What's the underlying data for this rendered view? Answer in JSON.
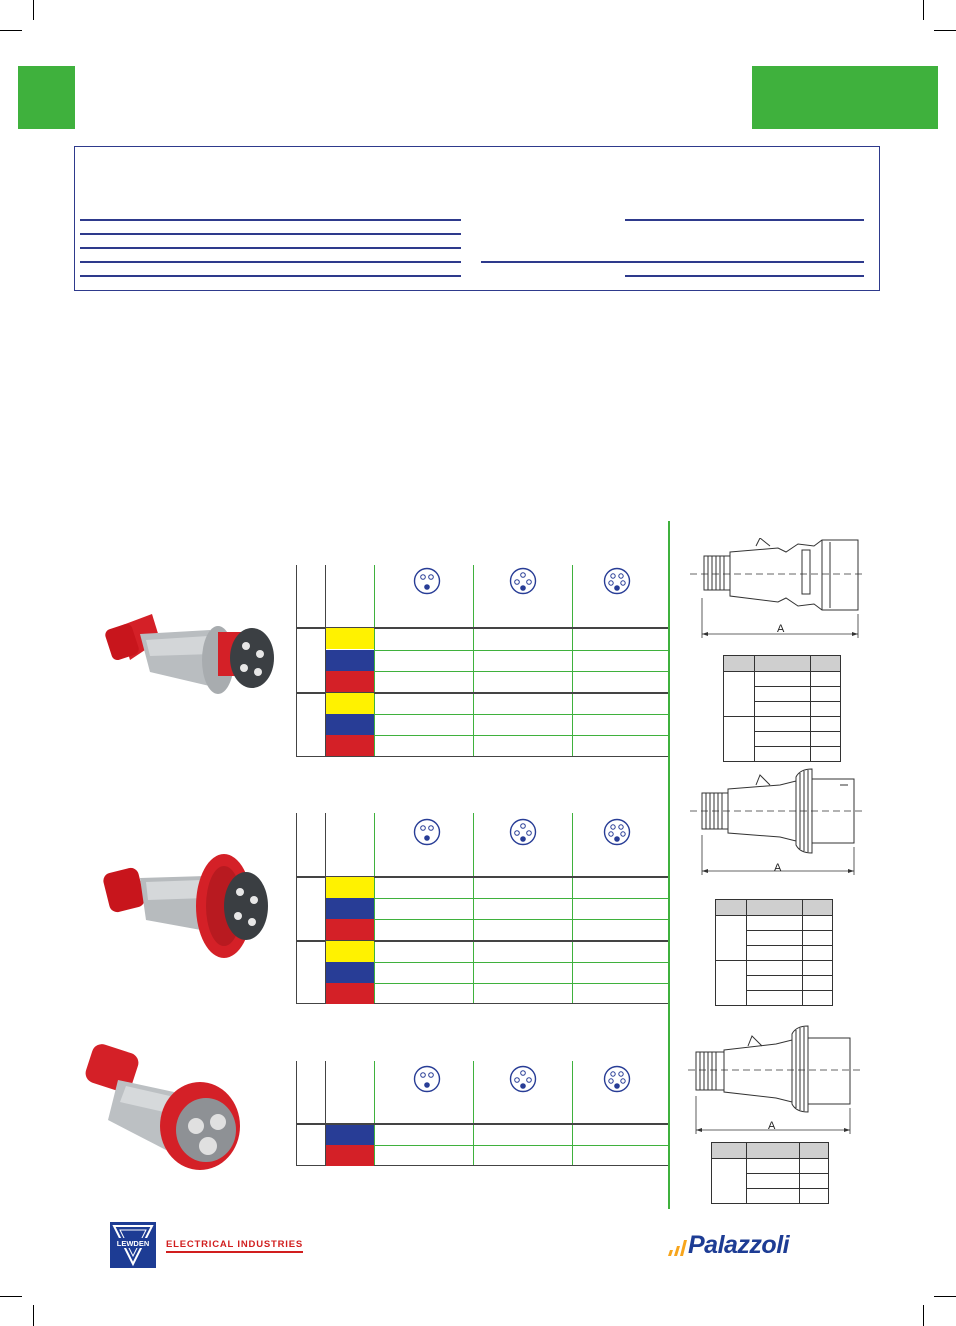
{
  "diagrams": {
    "dimension_label": "A"
  },
  "colors": {
    "green": "#3fb13d",
    "navy": "#2e3a8c",
    "yellow": "#fff200",
    "blue": "#283d96",
    "red": "#d42027"
  },
  "rating_rows": {
    "block1": [
      "yellow",
      "blue",
      "red",
      "yellow",
      "blue",
      "red"
    ],
    "block2": [
      "yellow",
      "blue",
      "red",
      "yellow",
      "blue",
      "red"
    ],
    "block3": [
      "blue",
      "red"
    ]
  },
  "logos": {
    "lewden_brand": "LEWDEN",
    "lewden_text": "ELECTRICAL INDUSTRIES",
    "palazzoli_text": "Palazzoli"
  }
}
